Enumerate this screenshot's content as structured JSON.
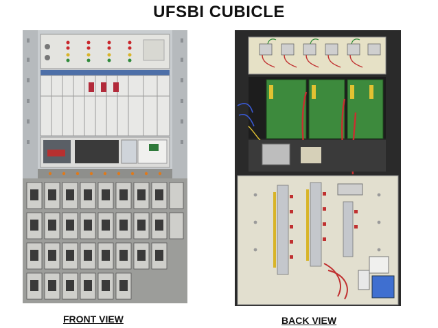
{
  "title": "UFSBI CUBICLE",
  "front": {
    "caption": "FRONT VIEW"
  },
  "back": {
    "caption": "BACK VIEW"
  }
}
